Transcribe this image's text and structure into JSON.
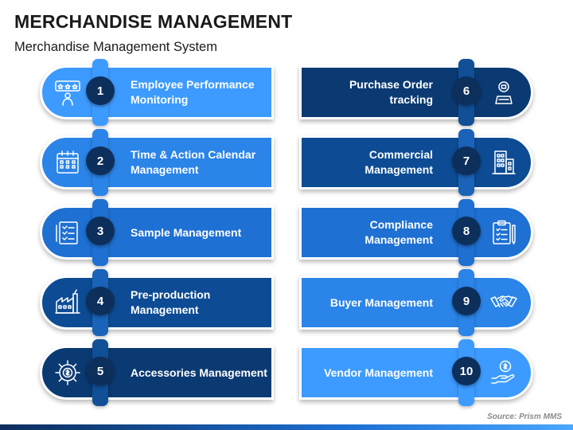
{
  "title": "MERCHANDISE MANAGEMENT",
  "subtitle": "Merchandise Management System",
  "source": "Source: Prism MMS",
  "items": [
    {
      "number": "1",
      "label": "Employee Performance Monitoring",
      "icon": "employee-rating-icon",
      "side": "left",
      "color": "#3d9bff",
      "tab_color": "#3d9bff"
    },
    {
      "number": "2",
      "label": "Time & Action Calendar Management",
      "icon": "calendar-icon",
      "side": "left",
      "color": "#2b84e8",
      "tab_color": "#2b84e8"
    },
    {
      "number": "3",
      "label": "Sample Management",
      "icon": "checklist-icon",
      "side": "left",
      "color": "#1e70d2",
      "tab_color": "#1e70d2"
    },
    {
      "number": "4",
      "label": "Pre-production Management",
      "icon": "factory-icon",
      "side": "left",
      "color": "#0d4c94",
      "tab_color": "#1a63b8"
    },
    {
      "number": "5",
      "label": "Accessories Management",
      "icon": "gear-dollar-icon",
      "side": "left",
      "color": "#0b3a73",
      "tab_color": "#114f96"
    },
    {
      "number": "6",
      "label": "Purchase Order tracking",
      "icon": "purchase-person-icon",
      "side": "right",
      "color": "#0b3a73",
      "tab_color": "#114f96"
    },
    {
      "number": "7",
      "label": "Commercial Management",
      "icon": "building-icon",
      "side": "right",
      "color": "#0d4c94",
      "tab_color": "#1a63b8"
    },
    {
      "number": "8",
      "label": "Compliance Management",
      "icon": "clipboard-icon",
      "side": "right",
      "color": "#1e70d2",
      "tab_color": "#1e70d2"
    },
    {
      "number": "9",
      "label": "Buyer Management",
      "icon": "handshake-icon",
      "side": "right",
      "color": "#2b84e8",
      "tab_color": "#2b84e8"
    },
    {
      "number": "10",
      "label": "Vendor Management",
      "icon": "hand-money-icon",
      "side": "right",
      "color": "#3d9bff",
      "tab_color": "#3d9bff"
    }
  ]
}
